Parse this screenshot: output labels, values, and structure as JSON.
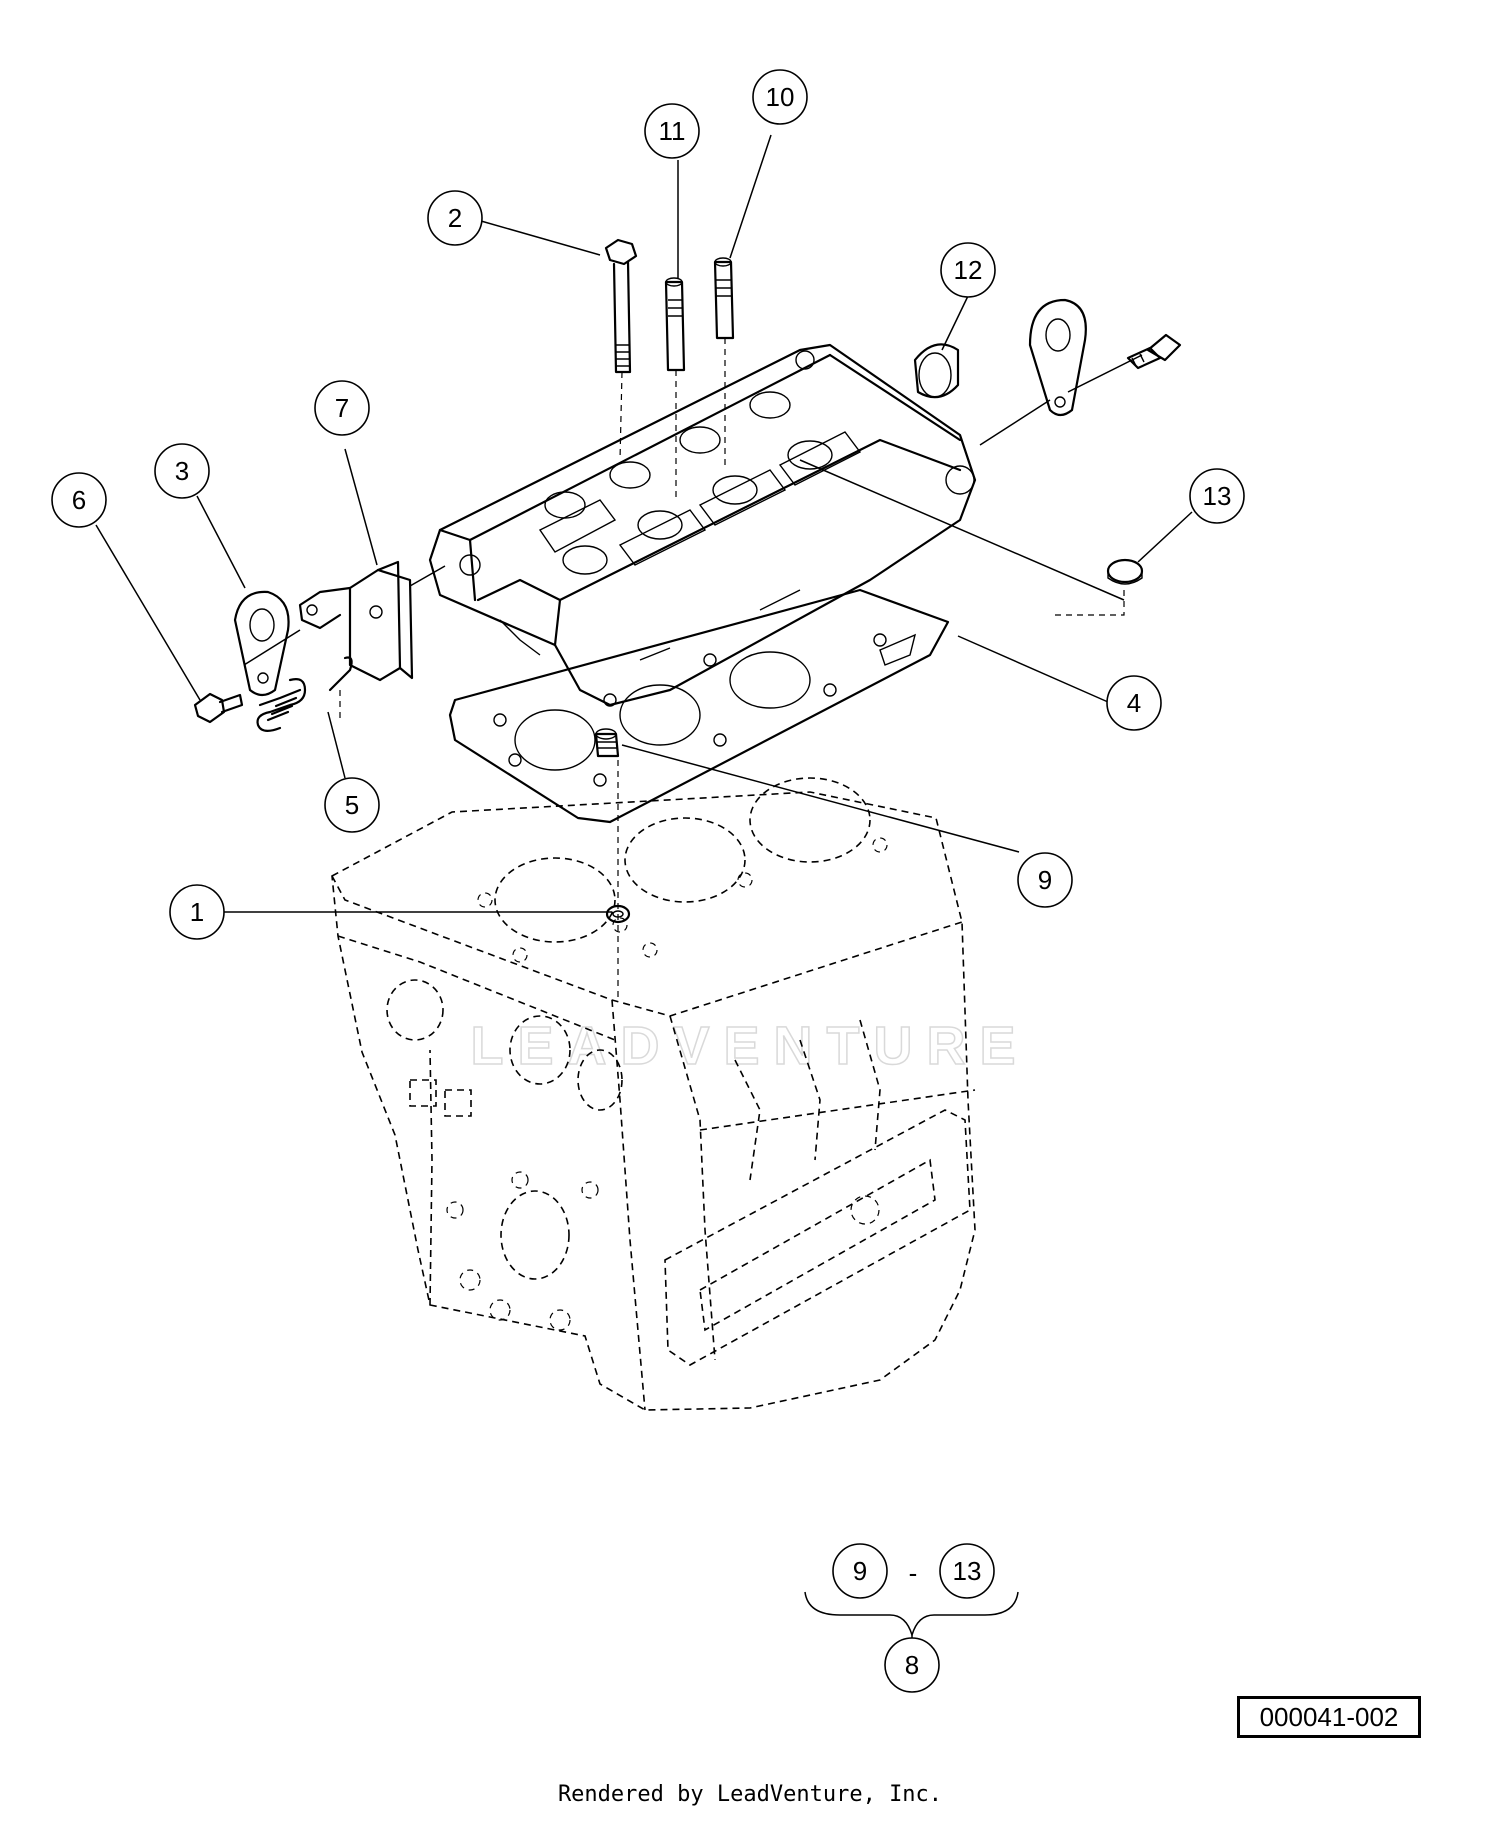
{
  "diagram": {
    "callouts": [
      {
        "id": "c1",
        "label": "1"
      },
      {
        "id": "c2",
        "label": "2"
      },
      {
        "id": "c3",
        "label": "3"
      },
      {
        "id": "c4",
        "label": "4"
      },
      {
        "id": "c5",
        "label": "5"
      },
      {
        "id": "c6",
        "label": "6"
      },
      {
        "id": "c7",
        "label": "7"
      },
      {
        "id": "c9",
        "label": "9"
      },
      {
        "id": "c10",
        "label": "10"
      },
      {
        "id": "c11",
        "label": "11"
      },
      {
        "id": "c12",
        "label": "12"
      },
      {
        "id": "c13",
        "label": "13"
      },
      {
        "id": "kit-from",
        "label": "9"
      },
      {
        "id": "kit-to",
        "label": "13"
      },
      {
        "id": "kit",
        "label": "8"
      }
    ],
    "kit_range_separator": "-",
    "watermark": "LEADVENTURE",
    "reference_code": "000041-002",
    "footer": "Rendered by LeadVenture, Inc."
  }
}
